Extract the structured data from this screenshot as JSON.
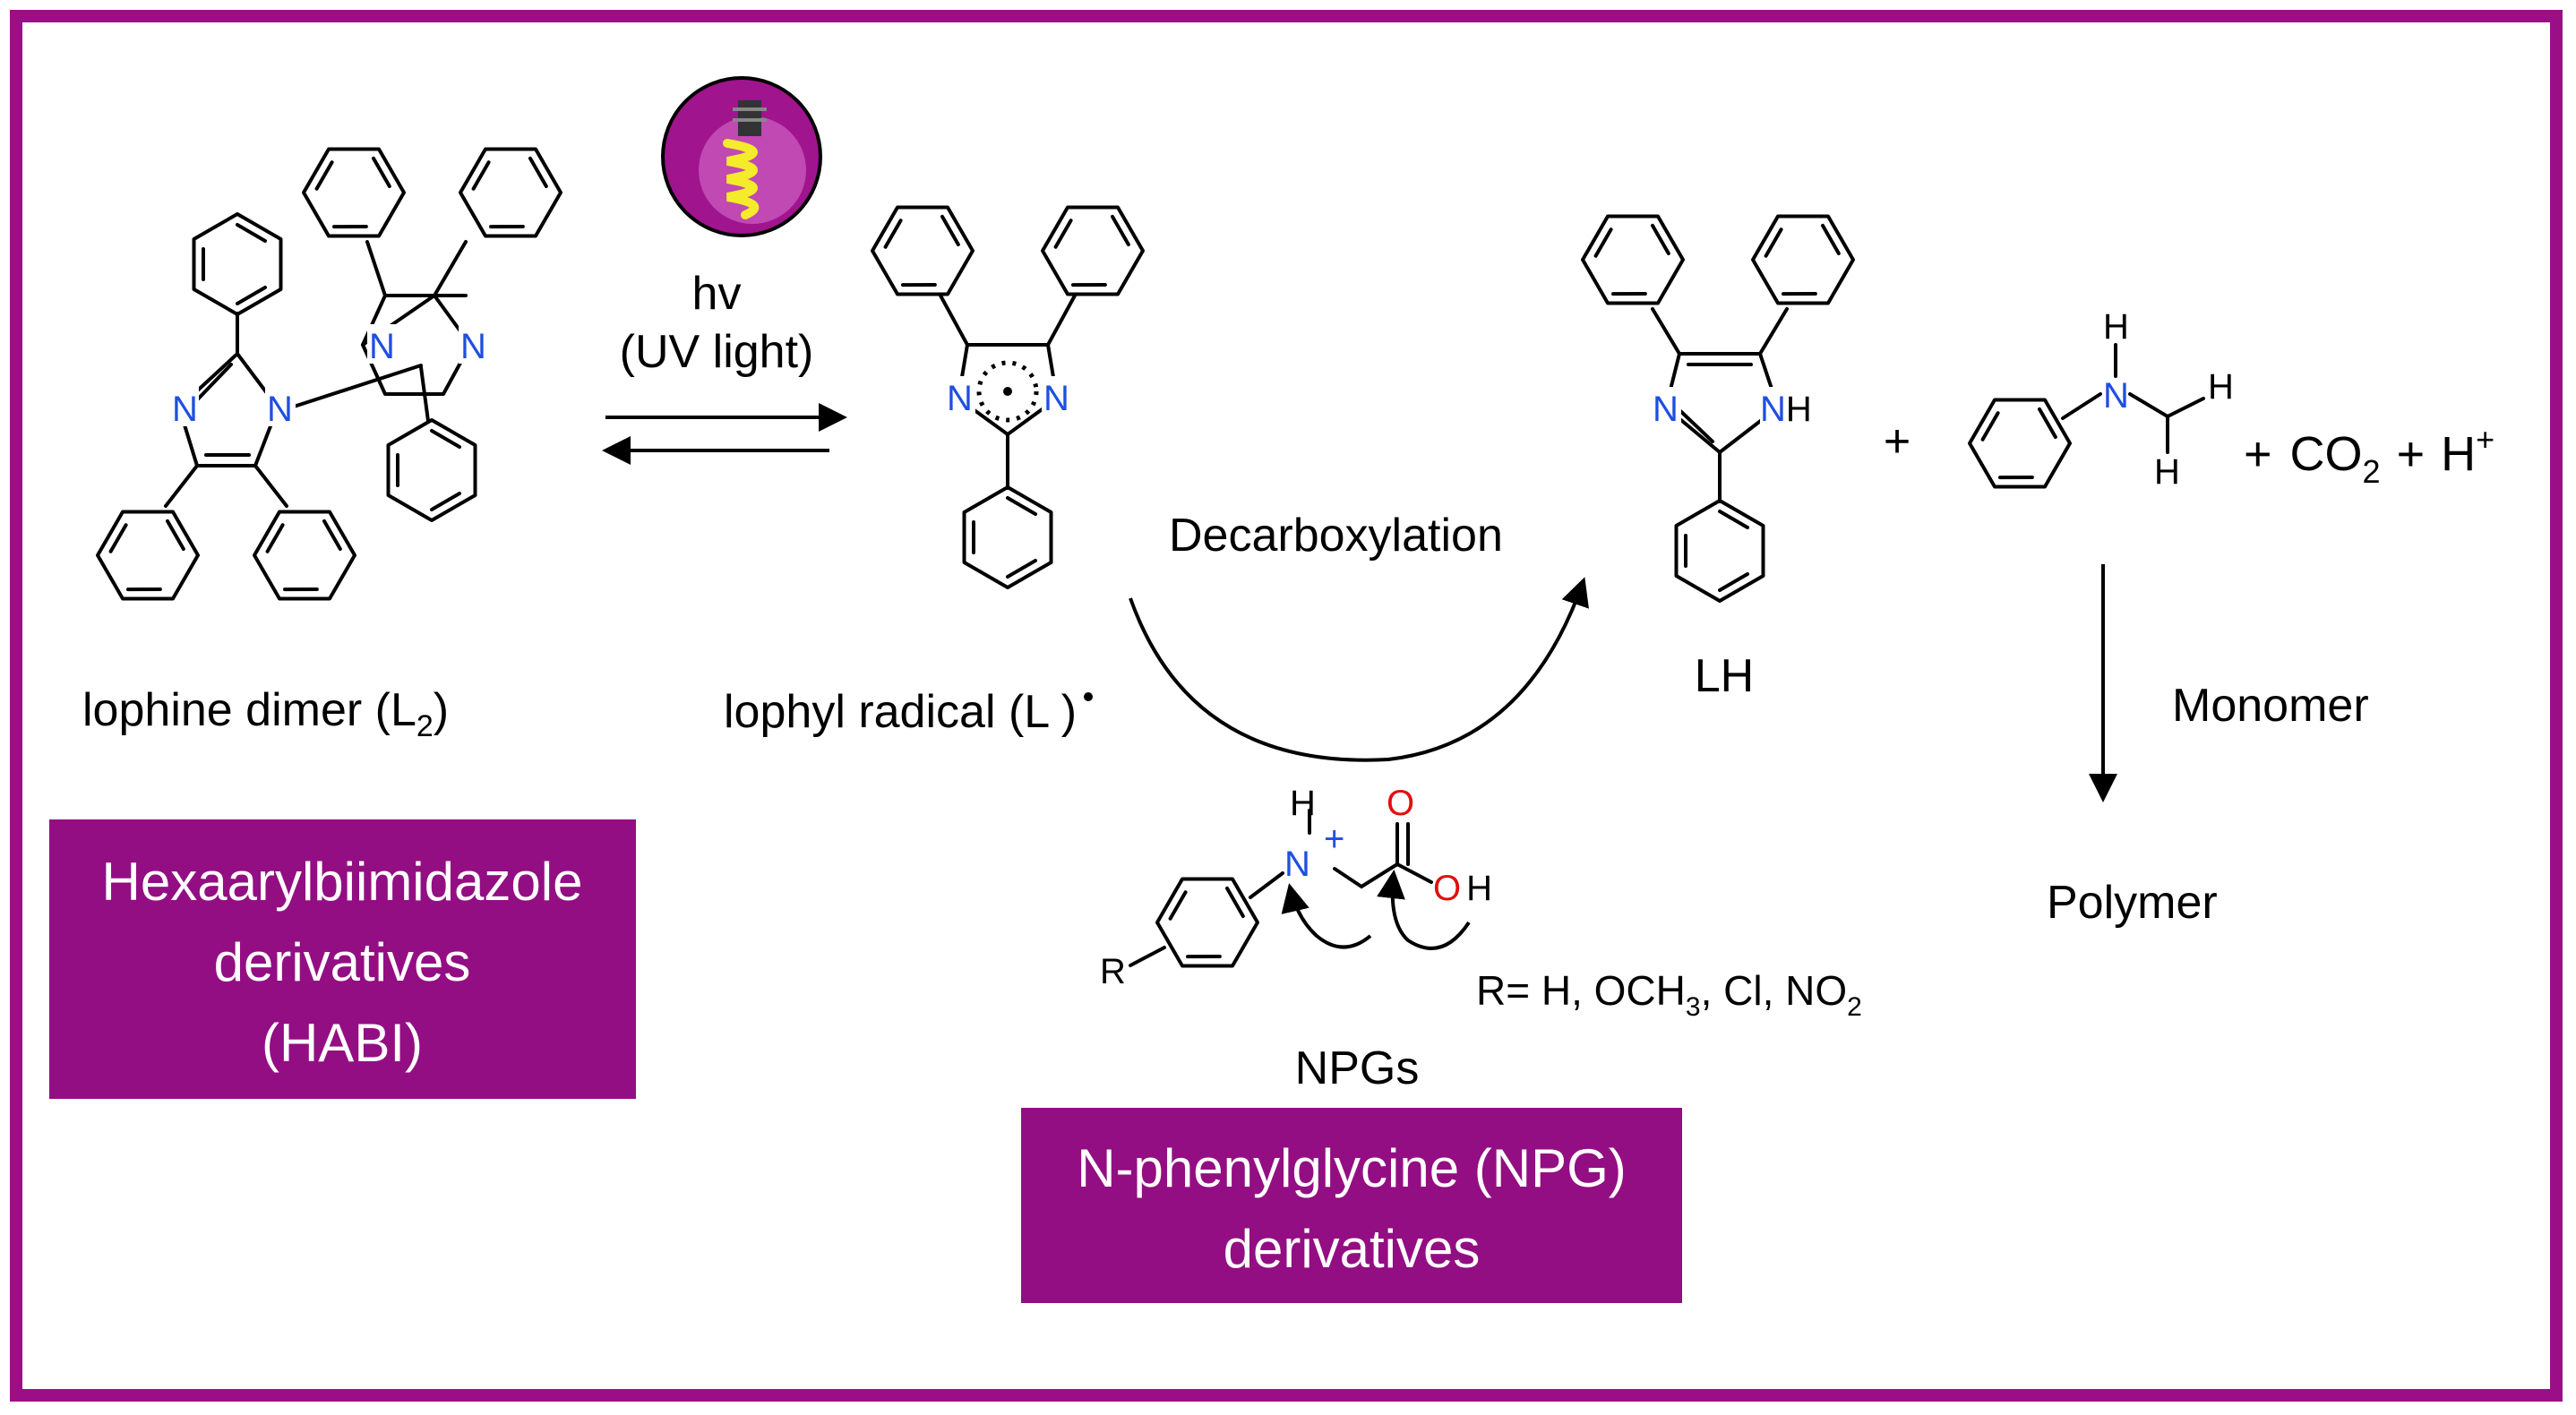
{
  "colors": {
    "frame": "#9b0f86",
    "box_fill": "#930e83",
    "box_text": "#ffffff",
    "nitrogen": "#1f4fe0",
    "oxygen": "#e01010",
    "text": "#000000",
    "bulb_outer": "#a0148e",
    "bulb_yellow": "#f4ec2a"
  },
  "icons": [
    "light-bulb-icon"
  ],
  "atoms": {
    "n": "N",
    "h": "H",
    "nh": "NH",
    "o": "O",
    "oh": "OH",
    "r": "R"
  },
  "labels": {
    "hv": "hv",
    "uv_light": "(UV light)",
    "lophine_dimer": "lophine dimer (L",
    "lophine_dimer_sub": "2",
    "lophine_dimer_close": ")",
    "lophyl_radical": "lophyl radical (L",
    "lophyl_radical_close": " )",
    "decarboxylation": "Decarboxylation",
    "lh": "LH",
    "plus": "+",
    "co2": "CO",
    "co2_sub": "2",
    "hplus": "H",
    "plus_sup": "+",
    "monomer": "Monomer",
    "polymer": "Polymer",
    "npgs": "NPGs",
    "r_def": "R= H, OCH",
    "r_def_sub3": "3",
    "r_def_mid": ", Cl, NO",
    "r_def_sub2": "2"
  },
  "boxes": {
    "habi": [
      "Hexaarylbiimidazole",
      "derivatives",
      "(HABI)"
    ],
    "npg": [
      "N-phenylglycine (NPG)",
      "derivatives"
    ]
  }
}
